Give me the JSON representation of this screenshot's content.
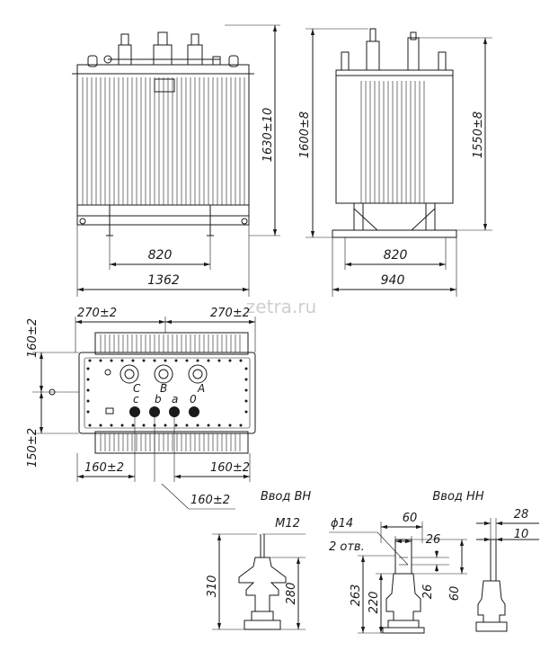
{
  "watermark": "zetra.ru",
  "front_view": {
    "dim_height": "1630±10",
    "dim_inner": "820",
    "dim_width": "1362"
  },
  "side_view": {
    "dim_height_total": "1600±8",
    "dim_height_tank": "1550±8",
    "dim_inner": "820",
    "dim_width": "940"
  },
  "top_view": {
    "dim_top_left": "270±2",
    "dim_top_right": "270±2",
    "dim_left_upper": "160±2",
    "dim_left_lower": "150±2",
    "dim_bottom_left": "160±2",
    "dim_bottom_right": "160±2",
    "dim_bottom_center": "160±2",
    "hv_labels": [
      "C",
      "B",
      "A"
    ],
    "lv_labels": [
      "c",
      "b",
      "a",
      "0"
    ]
  },
  "hv_bushing": {
    "title": "Ввод ВН",
    "thread": "M12",
    "dim_total": "310",
    "dim_body": "280"
  },
  "lv_bushing": {
    "title": "Ввод НН",
    "hole": "ϕ14",
    "hole_count": "2 отв.",
    "dim_60": "60",
    "dim_26_top": "26",
    "dim_263": "263",
    "dim_220": "220",
    "dim_26_side": "26",
    "dim_60_side": "60",
    "dim_28": "28",
    "dim_10": "10"
  }
}
